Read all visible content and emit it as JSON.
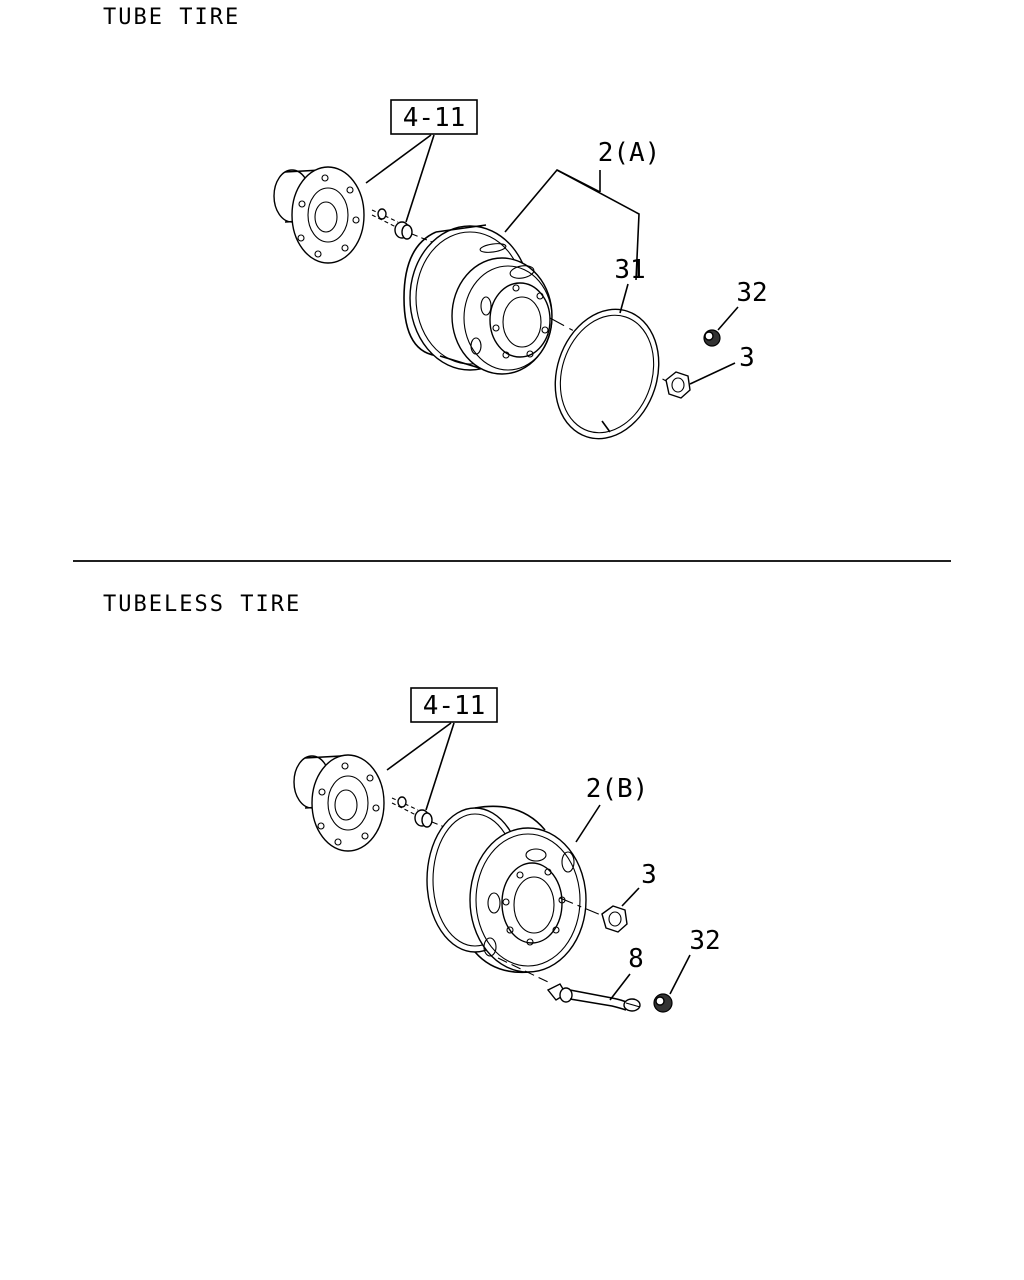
{
  "sections": [
    {
      "title": "TUBE TIRE",
      "ref_box": "4-11",
      "callouts": {
        "wheel": "2(A)",
        "ring": "31",
        "valve_cap": "32",
        "nut": "3"
      }
    },
    {
      "title": "TUBELESS TIRE",
      "ref_box": "4-11",
      "callouts": {
        "wheel": "2(B)",
        "nut": "3",
        "valve": "8",
        "valve_cap": "32"
      }
    }
  ]
}
